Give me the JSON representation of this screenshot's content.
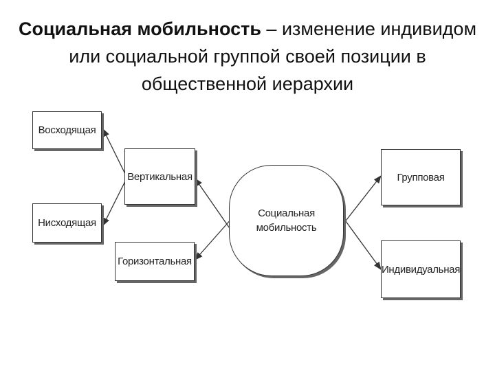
{
  "title": {
    "term": "Социальная мобильность",
    "definition": " – изменение индивидом или социальной группой своей позиции в общественной иерархии"
  },
  "diagram": {
    "center": {
      "line1": "Социальная",
      "line2": "мобильность"
    },
    "vertical": "Вертикальная",
    "horizontal": "Горизонтальная",
    "upward": "Восходящая",
    "downward": "Нисходящая",
    "group": "Групповая",
    "individual": "Индивидуальная"
  },
  "colors": {
    "line": "#333333",
    "shadow": "#666666"
  }
}
